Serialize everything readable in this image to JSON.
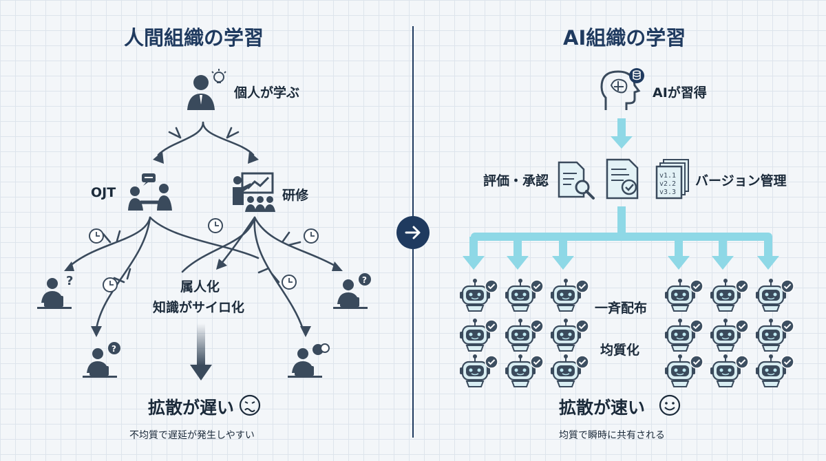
{
  "left": {
    "title": "人間組織の学習",
    "individual": "個人が学ぶ",
    "ojt": "OJT",
    "training": "研修",
    "silo_line1": "属人化",
    "silo_line2": "知識がサイロ化",
    "result_title": "拡散が遅い",
    "result_sub": "不均質で遅延が発生しやすい"
  },
  "center": {
    "arrow_icon": "arrow-right-icon"
  },
  "right": {
    "title": "AI組織の学習",
    "ai_learns": "AIが習得",
    "evaluation": "評価・承認",
    "version": "バージョン管理",
    "version_tags": [
      "v1.1",
      "v2.2",
      "v3.3"
    ],
    "broadcast": "一斉配布",
    "uniform": "均質化",
    "result_title": "拡散が速い",
    "result_sub": "均質で瞬時に共有される"
  },
  "colors": {
    "navy": "#1f3a5f",
    "dark": "#3a4a5c",
    "teal": "#8ed8e6",
    "check": "#3d4f61"
  }
}
